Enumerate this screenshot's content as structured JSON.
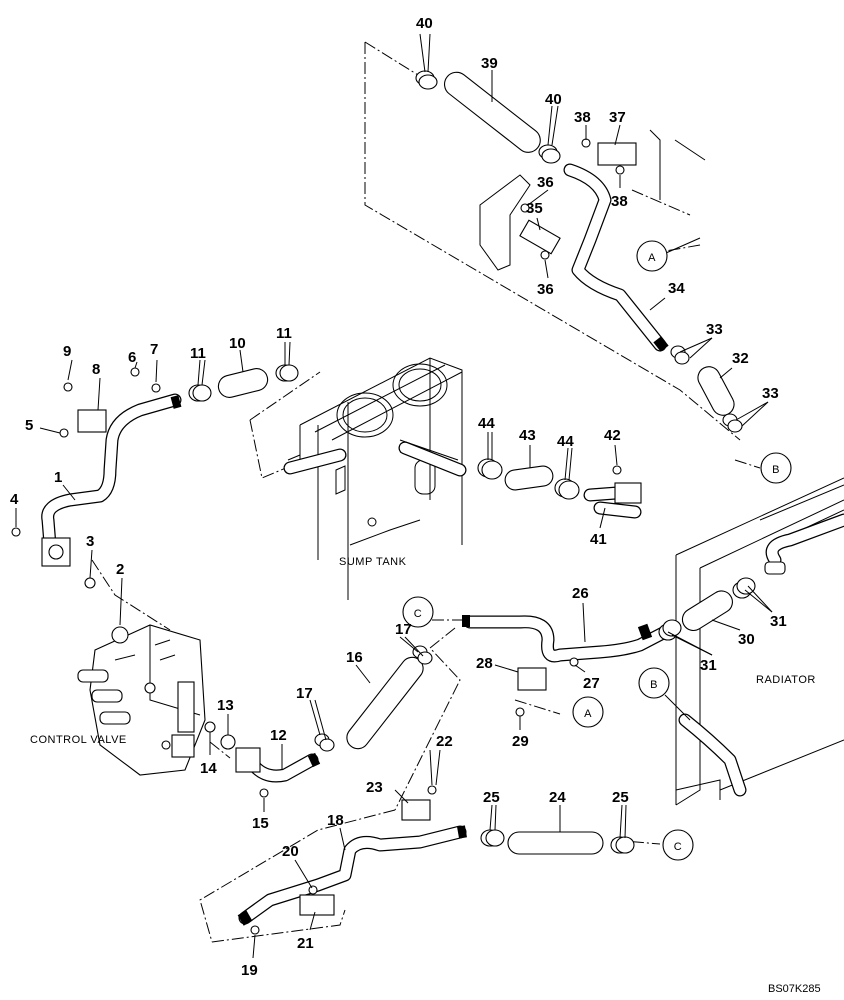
{
  "labels": {
    "sump_tank": "SUMP TANK",
    "control_valve": "CONTROL VALVE",
    "radiator": "RADIATOR",
    "drawing_code": "BS07K285"
  },
  "refs": {
    "a_top": "A",
    "a_mid": "A",
    "b_right": "B",
    "b_radiator": "B",
    "c_left": "C",
    "c_bottom": "C"
  },
  "callouts": [
    {
      "id": "n1",
      "text": "1"
    },
    {
      "id": "n2",
      "text": "2"
    },
    {
      "id": "n3",
      "text": "3"
    },
    {
      "id": "n4",
      "text": "4"
    },
    {
      "id": "n5",
      "text": "5"
    },
    {
      "id": "n6",
      "text": "6"
    },
    {
      "id": "n7",
      "text": "7"
    },
    {
      "id": "n8",
      "text": "8"
    },
    {
      "id": "n9",
      "text": "9"
    },
    {
      "id": "n10",
      "text": "10"
    },
    {
      "id": "n11a",
      "text": "11"
    },
    {
      "id": "n11b",
      "text": "11"
    },
    {
      "id": "n12",
      "text": "12"
    },
    {
      "id": "n13",
      "text": "13"
    },
    {
      "id": "n14",
      "text": "14"
    },
    {
      "id": "n15",
      "text": "15"
    },
    {
      "id": "n16",
      "text": "16"
    },
    {
      "id": "n17a",
      "text": "17"
    },
    {
      "id": "n17b",
      "text": "17"
    },
    {
      "id": "n18",
      "text": "18"
    },
    {
      "id": "n19",
      "text": "19"
    },
    {
      "id": "n20",
      "text": "20"
    },
    {
      "id": "n21",
      "text": "21"
    },
    {
      "id": "n22",
      "text": "22"
    },
    {
      "id": "n23",
      "text": "23"
    },
    {
      "id": "n24",
      "text": "24"
    },
    {
      "id": "n25a",
      "text": "25"
    },
    {
      "id": "n25b",
      "text": "25"
    },
    {
      "id": "n26",
      "text": "26"
    },
    {
      "id": "n27",
      "text": "27"
    },
    {
      "id": "n28",
      "text": "28"
    },
    {
      "id": "n29",
      "text": "29"
    },
    {
      "id": "n30",
      "text": "30"
    },
    {
      "id": "n31a",
      "text": "31"
    },
    {
      "id": "n31b",
      "text": "31"
    },
    {
      "id": "n32",
      "text": "32"
    },
    {
      "id": "n33a",
      "text": "33"
    },
    {
      "id": "n33b",
      "text": "33"
    },
    {
      "id": "n34",
      "text": "34"
    },
    {
      "id": "n35",
      "text": "35"
    },
    {
      "id": "n36a",
      "text": "36"
    },
    {
      "id": "n36b",
      "text": "36"
    },
    {
      "id": "n37",
      "text": "37"
    },
    {
      "id": "n38a",
      "text": "38"
    },
    {
      "id": "n38b",
      "text": "38"
    },
    {
      "id": "n39",
      "text": "39"
    },
    {
      "id": "n40a",
      "text": "40"
    },
    {
      "id": "n40b",
      "text": "40"
    },
    {
      "id": "n41",
      "text": "41"
    },
    {
      "id": "n42",
      "text": "42"
    },
    {
      "id": "n43",
      "text": "43"
    },
    {
      "id": "n44a",
      "text": "44"
    },
    {
      "id": "n44b",
      "text": "44"
    }
  ]
}
